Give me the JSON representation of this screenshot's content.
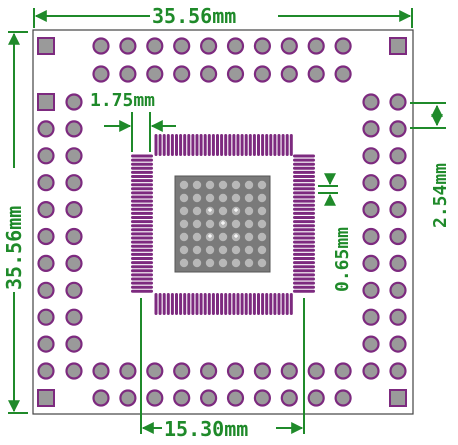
{
  "dimensions": {
    "top_width": "35.56mm",
    "left_height": "35.56mm",
    "pad_spacing": "1.75mm",
    "pin_pitch_vertical": "2.54mm",
    "fine_pitch": "0.65mm",
    "chip_span": "15.30mm"
  },
  "colors": {
    "board": "#ffffff",
    "outline": "#444444",
    "dimension_green": "#1f8a2a",
    "pad_magenta": "#7d2a7f",
    "pad_gray": "#9a9a9a",
    "chip_gray": "#7a7a7a",
    "thermal_dot": "#b8b8b8"
  },
  "icons": {
    "corner_square": "square-pad-icon",
    "through_hole": "round-pad-icon",
    "smd_pin": "smd-pin-icon",
    "thermal_via": "via-icon"
  }
}
